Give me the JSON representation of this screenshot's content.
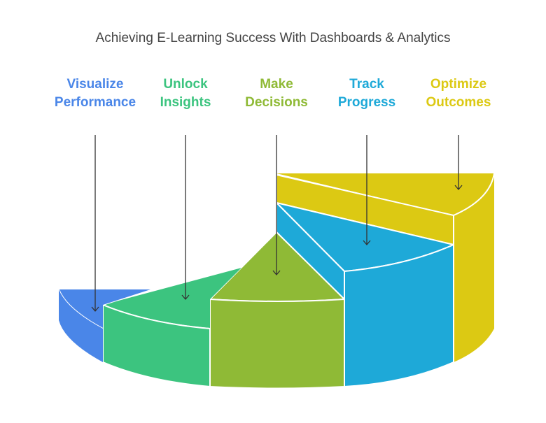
{
  "title": "Achieving E-Learning Success With Dashboards & Analytics",
  "stages": [
    {
      "line1": "Visualize",
      "line2": "Performance",
      "color": "#4a86e8"
    },
    {
      "line1": "Unlock",
      "line2": "Insights",
      "color": "#3cc47f"
    },
    {
      "line1": "Make",
      "line2": "Decisions",
      "color": "#8fba36"
    },
    {
      "line1": "Track",
      "line2": "Progress",
      "color": "#1ea9d8"
    },
    {
      "line1": "Optimize",
      "line2": "Outcomes",
      "color": "#dcc913"
    }
  ]
}
